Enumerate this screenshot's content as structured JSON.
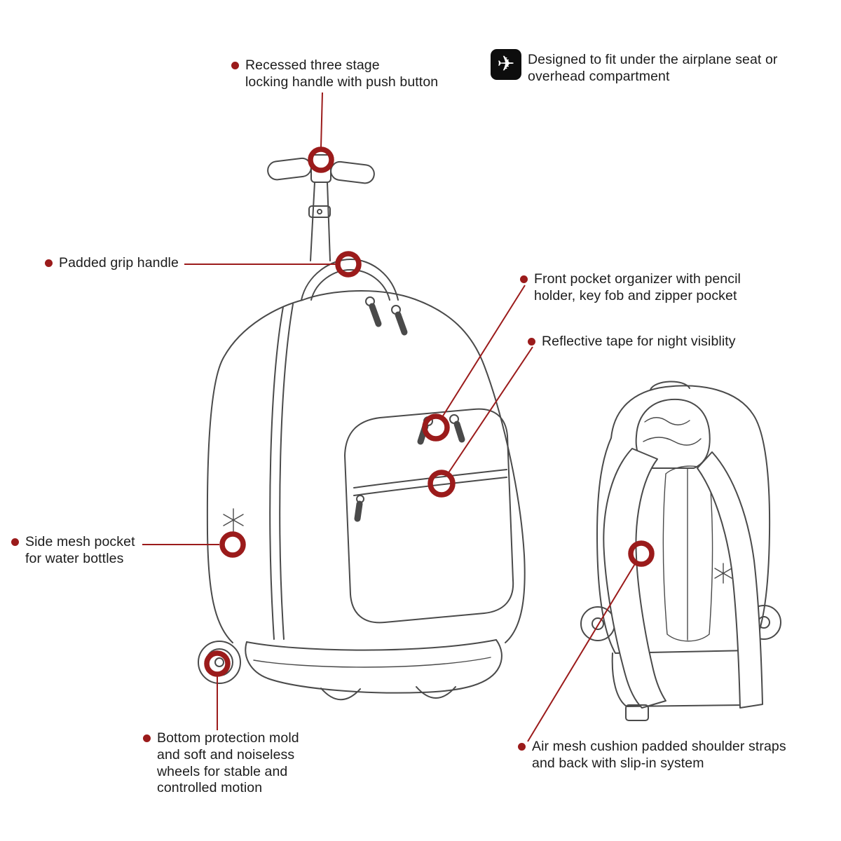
{
  "colors": {
    "callout": "#9b1b1b",
    "lineart": "#4a4a4a",
    "ink": "#1c1c1c"
  },
  "callouts": {
    "locking_handle": {
      "text": "Recessed three stage\nlocking handle with push button"
    },
    "airplane": {
      "text": "Designed to fit under the airplane seat or\noverhead compartment",
      "icon_glyph": "✈"
    },
    "grip_handle": {
      "text": "Padded grip handle"
    },
    "front_pocket": {
      "text": "Front pocket organizer with pencil\nholder, key fob and zipper pocket"
    },
    "reflective_tape": {
      "text": "Reflective tape for night visiblity"
    },
    "side_mesh": {
      "text": "Side mesh pocket\nfor water bottles"
    },
    "bottom_mold": {
      "text": "Bottom protection mold\nand soft and noiseless\nwheels for stable and\ncontrolled motion"
    },
    "shoulder_straps": {
      "text": "Air mesh cushion padded shoulder straps\nand back with slip-in system"
    }
  }
}
